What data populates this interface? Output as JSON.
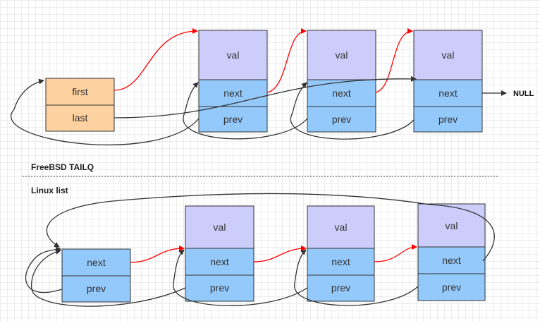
{
  "colors": {
    "head": "#fdd1a0",
    "val": "#cdcdfc",
    "ptr": "#94c9fb",
    "stroke": "#333333",
    "red_arrow": "#ff0000",
    "black_arrow": "#333333"
  },
  "sections": {
    "top_label": "FreeBSD TAILQ",
    "bottom_label": "Linux list"
  },
  "tailq": {
    "head": {
      "first_label": "first",
      "last_label": "last"
    },
    "nodes": [
      {
        "val_label": "val",
        "next_label": "next",
        "prev_label": "prev"
      },
      {
        "val_label": "val",
        "next_label": "next",
        "prev_label": "prev"
      },
      {
        "val_label": "val",
        "next_label": "next",
        "prev_label": "prev"
      }
    ],
    "null_label": "NULL"
  },
  "linux": {
    "head": {
      "next_label": "next",
      "prev_label": "prev"
    },
    "nodes": [
      {
        "val_label": "val",
        "next_label": "next",
        "prev_label": "prev"
      },
      {
        "val_label": "val",
        "next_label": "next",
        "prev_label": "prev"
      },
      {
        "val_label": "val",
        "next_label": "next",
        "prev_label": "prev"
      }
    ]
  }
}
